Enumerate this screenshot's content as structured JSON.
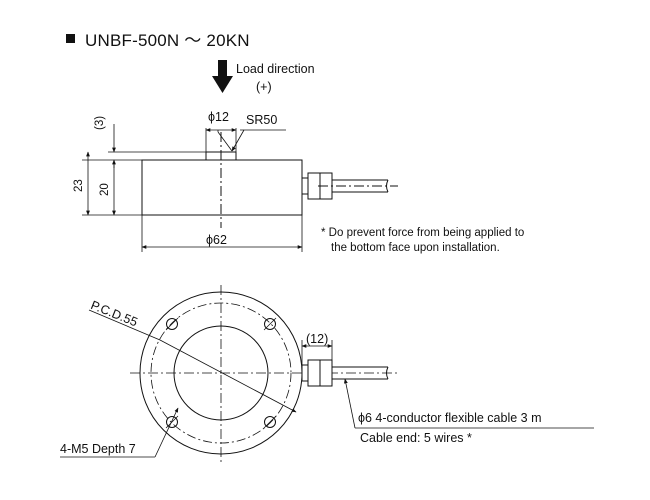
{
  "title": "UNBF-500N ～ 20KN",
  "load_direction": {
    "line1": "Load direction",
    "line2": "(+)"
  },
  "side_view": {
    "dim_pin_dia": "ϕ12",
    "dim_sphere": "SR50",
    "dim_pin_height": "(3)",
    "dim_total_height": "23",
    "dim_body_height": "20",
    "dim_body_dia": "ϕ62"
  },
  "note": {
    "line1": "* Do prevent force from being applied to",
    "line2": "the bottom face upon installation."
  },
  "top_view": {
    "pcd_label": "P.C.D.55",
    "dim_connector": "(12)",
    "cable_spec": "ϕ6 4-conductor flexible cable 3 m",
    "cable_end": "Cable end: 5 wires *",
    "mounting_holes": "4-M5 Depth 7"
  }
}
